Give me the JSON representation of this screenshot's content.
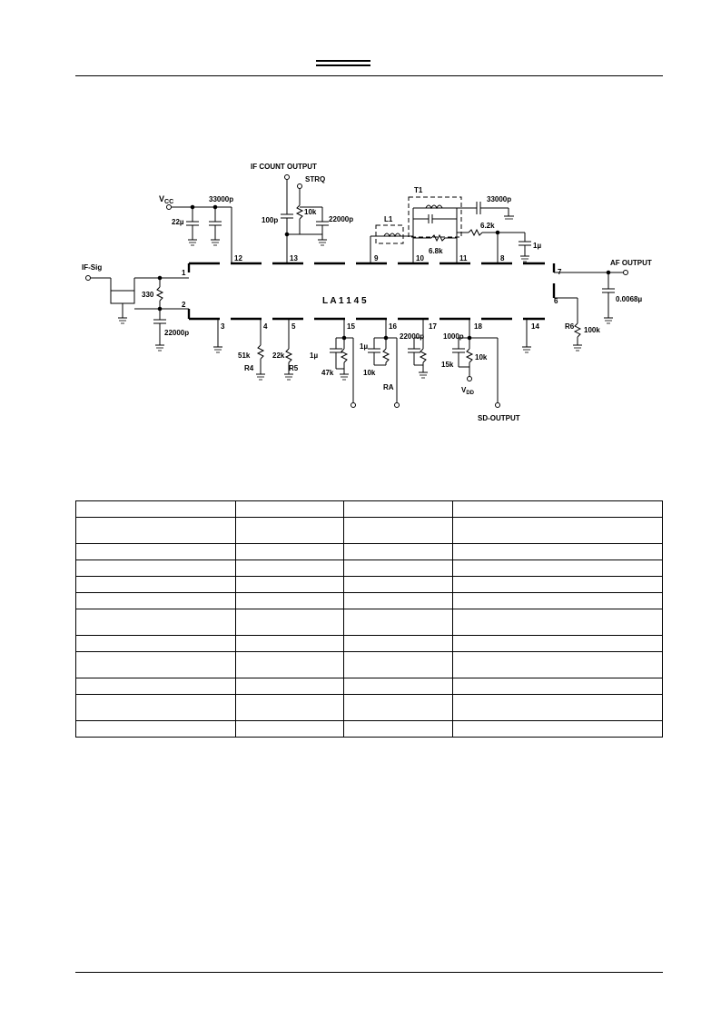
{
  "schematic": {
    "ic_name": "L A 1 1 4 5",
    "labels": {
      "if_count_output": "IF COUNT OUTPUT",
      "strq": "STRQ",
      "vcc": "V",
      "vcc_sub": "CC",
      "if_sig": "IF-Sig",
      "af_output": "AF OUTPUT",
      "sd_output": "SD-OUTPUT",
      "vdd": "V",
      "vdd_sub": "DD",
      "t1": "T1",
      "l1": "L1",
      "ra": "RA",
      "r4": "R4",
      "r5": "R5",
      "r6": "R6"
    },
    "components": {
      "c_33000p_a": "33000p",
      "c_22u": "22µ",
      "c_100p": "100p",
      "r_10k_a": "10k",
      "c_22000p_a": "22000p",
      "c_33000p_b": "33000p",
      "r_6_2k": "6.2k",
      "r_6_8k": "6.8k",
      "c_1u_a": "1µ",
      "r_330": "330",
      "c_22000p_b": "22000p",
      "c_0_0068u": "0.0068µ",
      "r_100k": "100k",
      "r_51k": "51k",
      "r_22k": "22k",
      "c_1u_b": "1µ",
      "r_47k": "47k",
      "c_1u_c": "1µ",
      "r_10k_b": "10k",
      "c_22000p_c": "22000p",
      "c_1000p": "1000p",
      "r_15k": "15k",
      "r_10k_c": "10k"
    },
    "pins": {
      "p1": "1",
      "p2": "2",
      "p3": "3",
      "p4": "4",
      "p5": "5",
      "p6": "6",
      "p7": "7",
      "p8": "8",
      "p9": "9",
      "p10": "10",
      "p11": "11",
      "p12": "12",
      "p13": "13",
      "p14": "14",
      "p15": "15",
      "p16": "16",
      "p17": "17",
      "p18": "18"
    }
  },
  "table": {
    "rows": 12,
    "cols": 4
  }
}
